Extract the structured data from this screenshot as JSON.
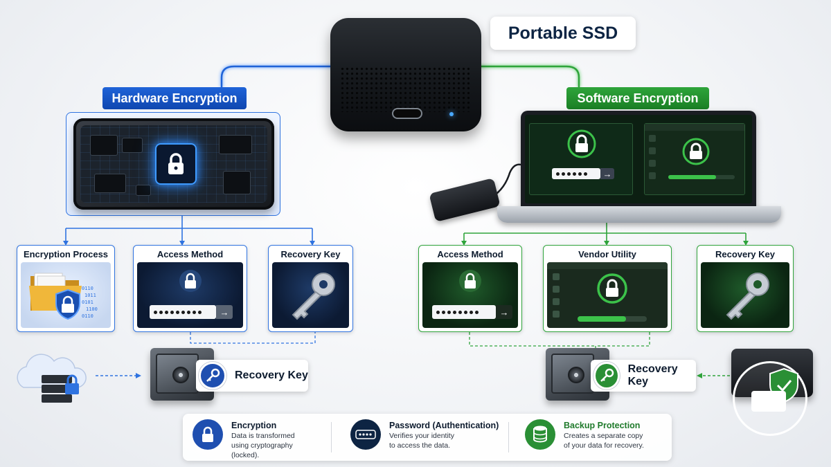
{
  "title": "Portable SSD",
  "hardware": {
    "label": "Hardware Encryption",
    "cards": {
      "encryption_process": "Encryption Process",
      "access_method": "Access Method",
      "recovery_key": "Recovery Key"
    },
    "bottom_recovery_key": "Recovery Key"
  },
  "software": {
    "label": "Software Encryption",
    "cards": {
      "access_method": "Access Method",
      "vendor_utility": "Vendor Utility",
      "recovery_key": "Recovery Key"
    },
    "bottom_recovery_key": "Recovery Key"
  },
  "legend": {
    "encryption": {
      "title": "Encryption",
      "desc_1": "Data is transformed",
      "desc_2": "using cryptography",
      "desc_3": "(locked)."
    },
    "password": {
      "title": "Password (Authentication)",
      "desc_1": "Verifies your identity",
      "desc_2": "to access the data."
    },
    "backup": {
      "title": "Backup Protection",
      "desc_1": "Creates a separate copy",
      "desc_2": "of your data for recovery."
    }
  },
  "colors": {
    "hardware_accent": "#1f63d8",
    "software_accent": "#2ea43a",
    "navy": "#0d2443"
  },
  "icons": [
    "lock-icon",
    "key-icon",
    "folder-icon",
    "shield-icon",
    "cloud-icon",
    "safe-icon",
    "password-icon",
    "database-icon"
  ]
}
